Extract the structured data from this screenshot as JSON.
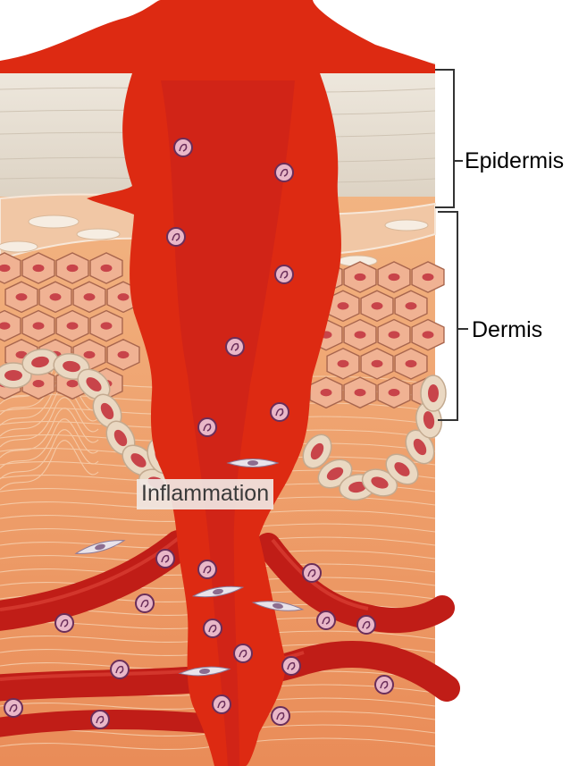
{
  "labels": {
    "epidermis": "Epidermis",
    "dermis": "Dermis",
    "inflammation": "Inflammation"
  },
  "colors": {
    "wound_red": "#dd2a12",
    "epidermis_layer": "#e7ded2",
    "dermis_tissue": "#eea06f",
    "cell_fill": "#f0b293",
    "cell_nucleus": "#c8444a",
    "follicle_ring": "#ead8c2",
    "blood_vessel": "#c9201a",
    "blood_cell": "#e9b7c8",
    "bracket_line": "#333333"
  },
  "icons": {
    "blood_cell": "blood-cell-icon",
    "fibroblast": "fibroblast-icon"
  }
}
